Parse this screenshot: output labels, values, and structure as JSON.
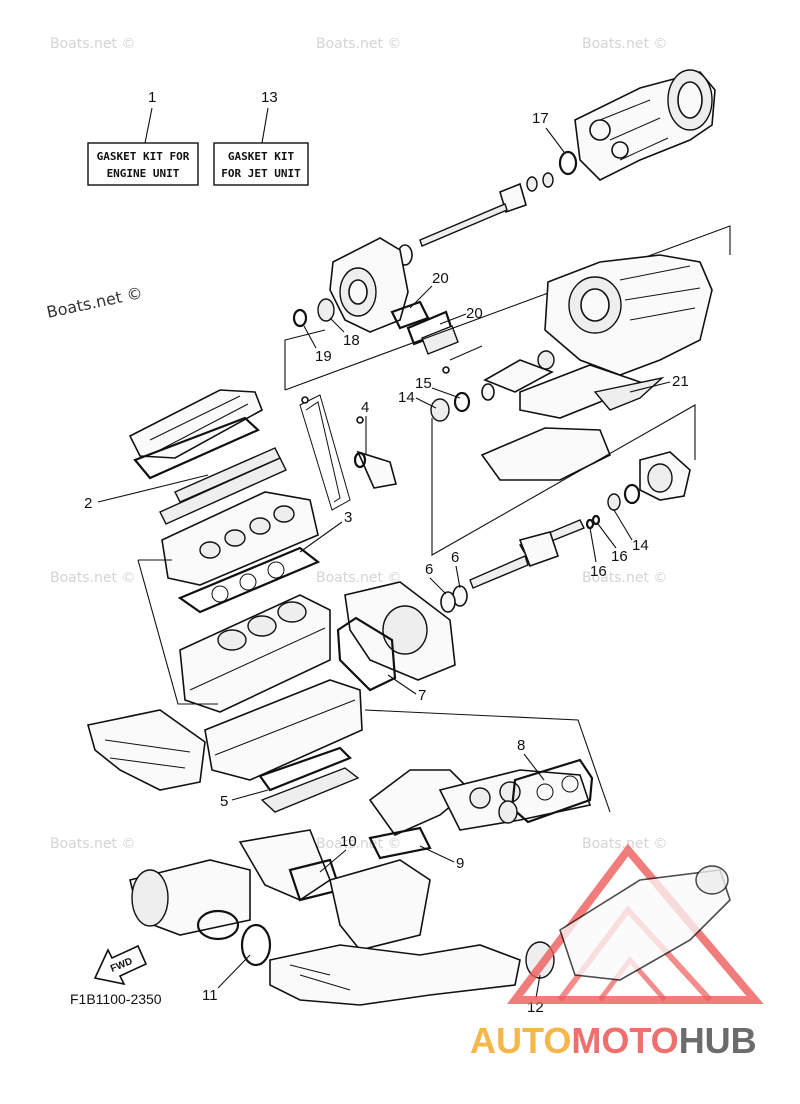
{
  "diagram": {
    "code": "F1B1100-2350",
    "boxes": [
      {
        "number": "1",
        "line1": "GASKET KIT FOR",
        "line2": "ENGINE UNIT"
      },
      {
        "number": "13",
        "line1": "GASKET KIT",
        "line2": "FOR JET UNIT"
      }
    ],
    "callouts": [
      "2",
      "3",
      "4",
      "5",
      "6",
      "6",
      "7",
      "8",
      "9",
      "10",
      "11",
      "12",
      "14",
      "14",
      "15",
      "16",
      "16",
      "17",
      "18",
      "19",
      "20",
      "20",
      "21"
    ],
    "fwd_label": "FWD"
  },
  "watermarks": {
    "text": "Boats.net ©"
  },
  "logo": {
    "auto": "AUTO",
    "moto": "MOTO",
    "hub": "HUB",
    "colors": {
      "auto": "#f5b64a",
      "moto": "#ef6f6f",
      "hub": "#6b6b6b",
      "triangle": "#ee5b5b"
    }
  }
}
